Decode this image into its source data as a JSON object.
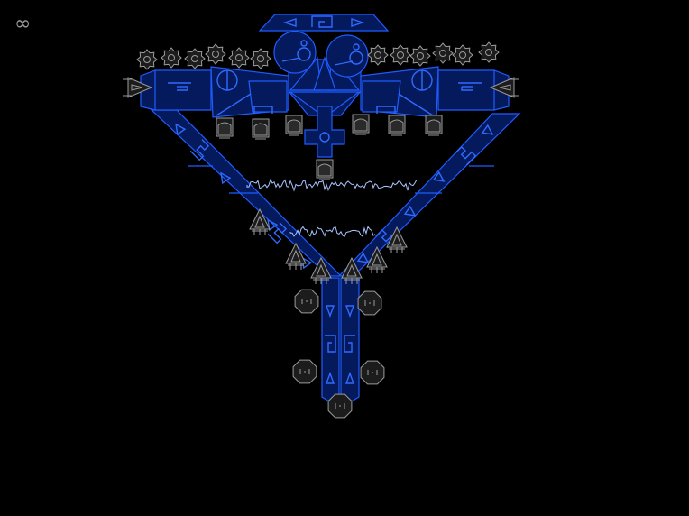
{
  "hud": {
    "loop_symbol": "∞",
    "loop_icon": "infinity-icon"
  },
  "colors": {
    "background": "#000000",
    "panel_fill": "#051a5c",
    "panel_stroke": "#1f5cff",
    "detail": "#2f6bff",
    "hardware_fill": "#1c1c1c",
    "hardware_stroke": "#9a9a9a",
    "wave": "#a9c4ff"
  },
  "ship": {
    "modules": [
      "top-cap",
      "core-hub",
      "left-wing-panel",
      "right-wing-panel",
      "left-diagonal-arm",
      "right-diagonal-arm",
      "lower-stem"
    ],
    "gears": {
      "left_count": 6,
      "right_count": 6
    },
    "turrets": {
      "count": 7
    },
    "thrusters": {
      "count": 6
    },
    "hex_pods": {
      "count": 5
    },
    "cannons": {
      "count": 2
    },
    "reactors": {
      "count": 2
    },
    "energy_beams": {
      "count": 2
    }
  }
}
